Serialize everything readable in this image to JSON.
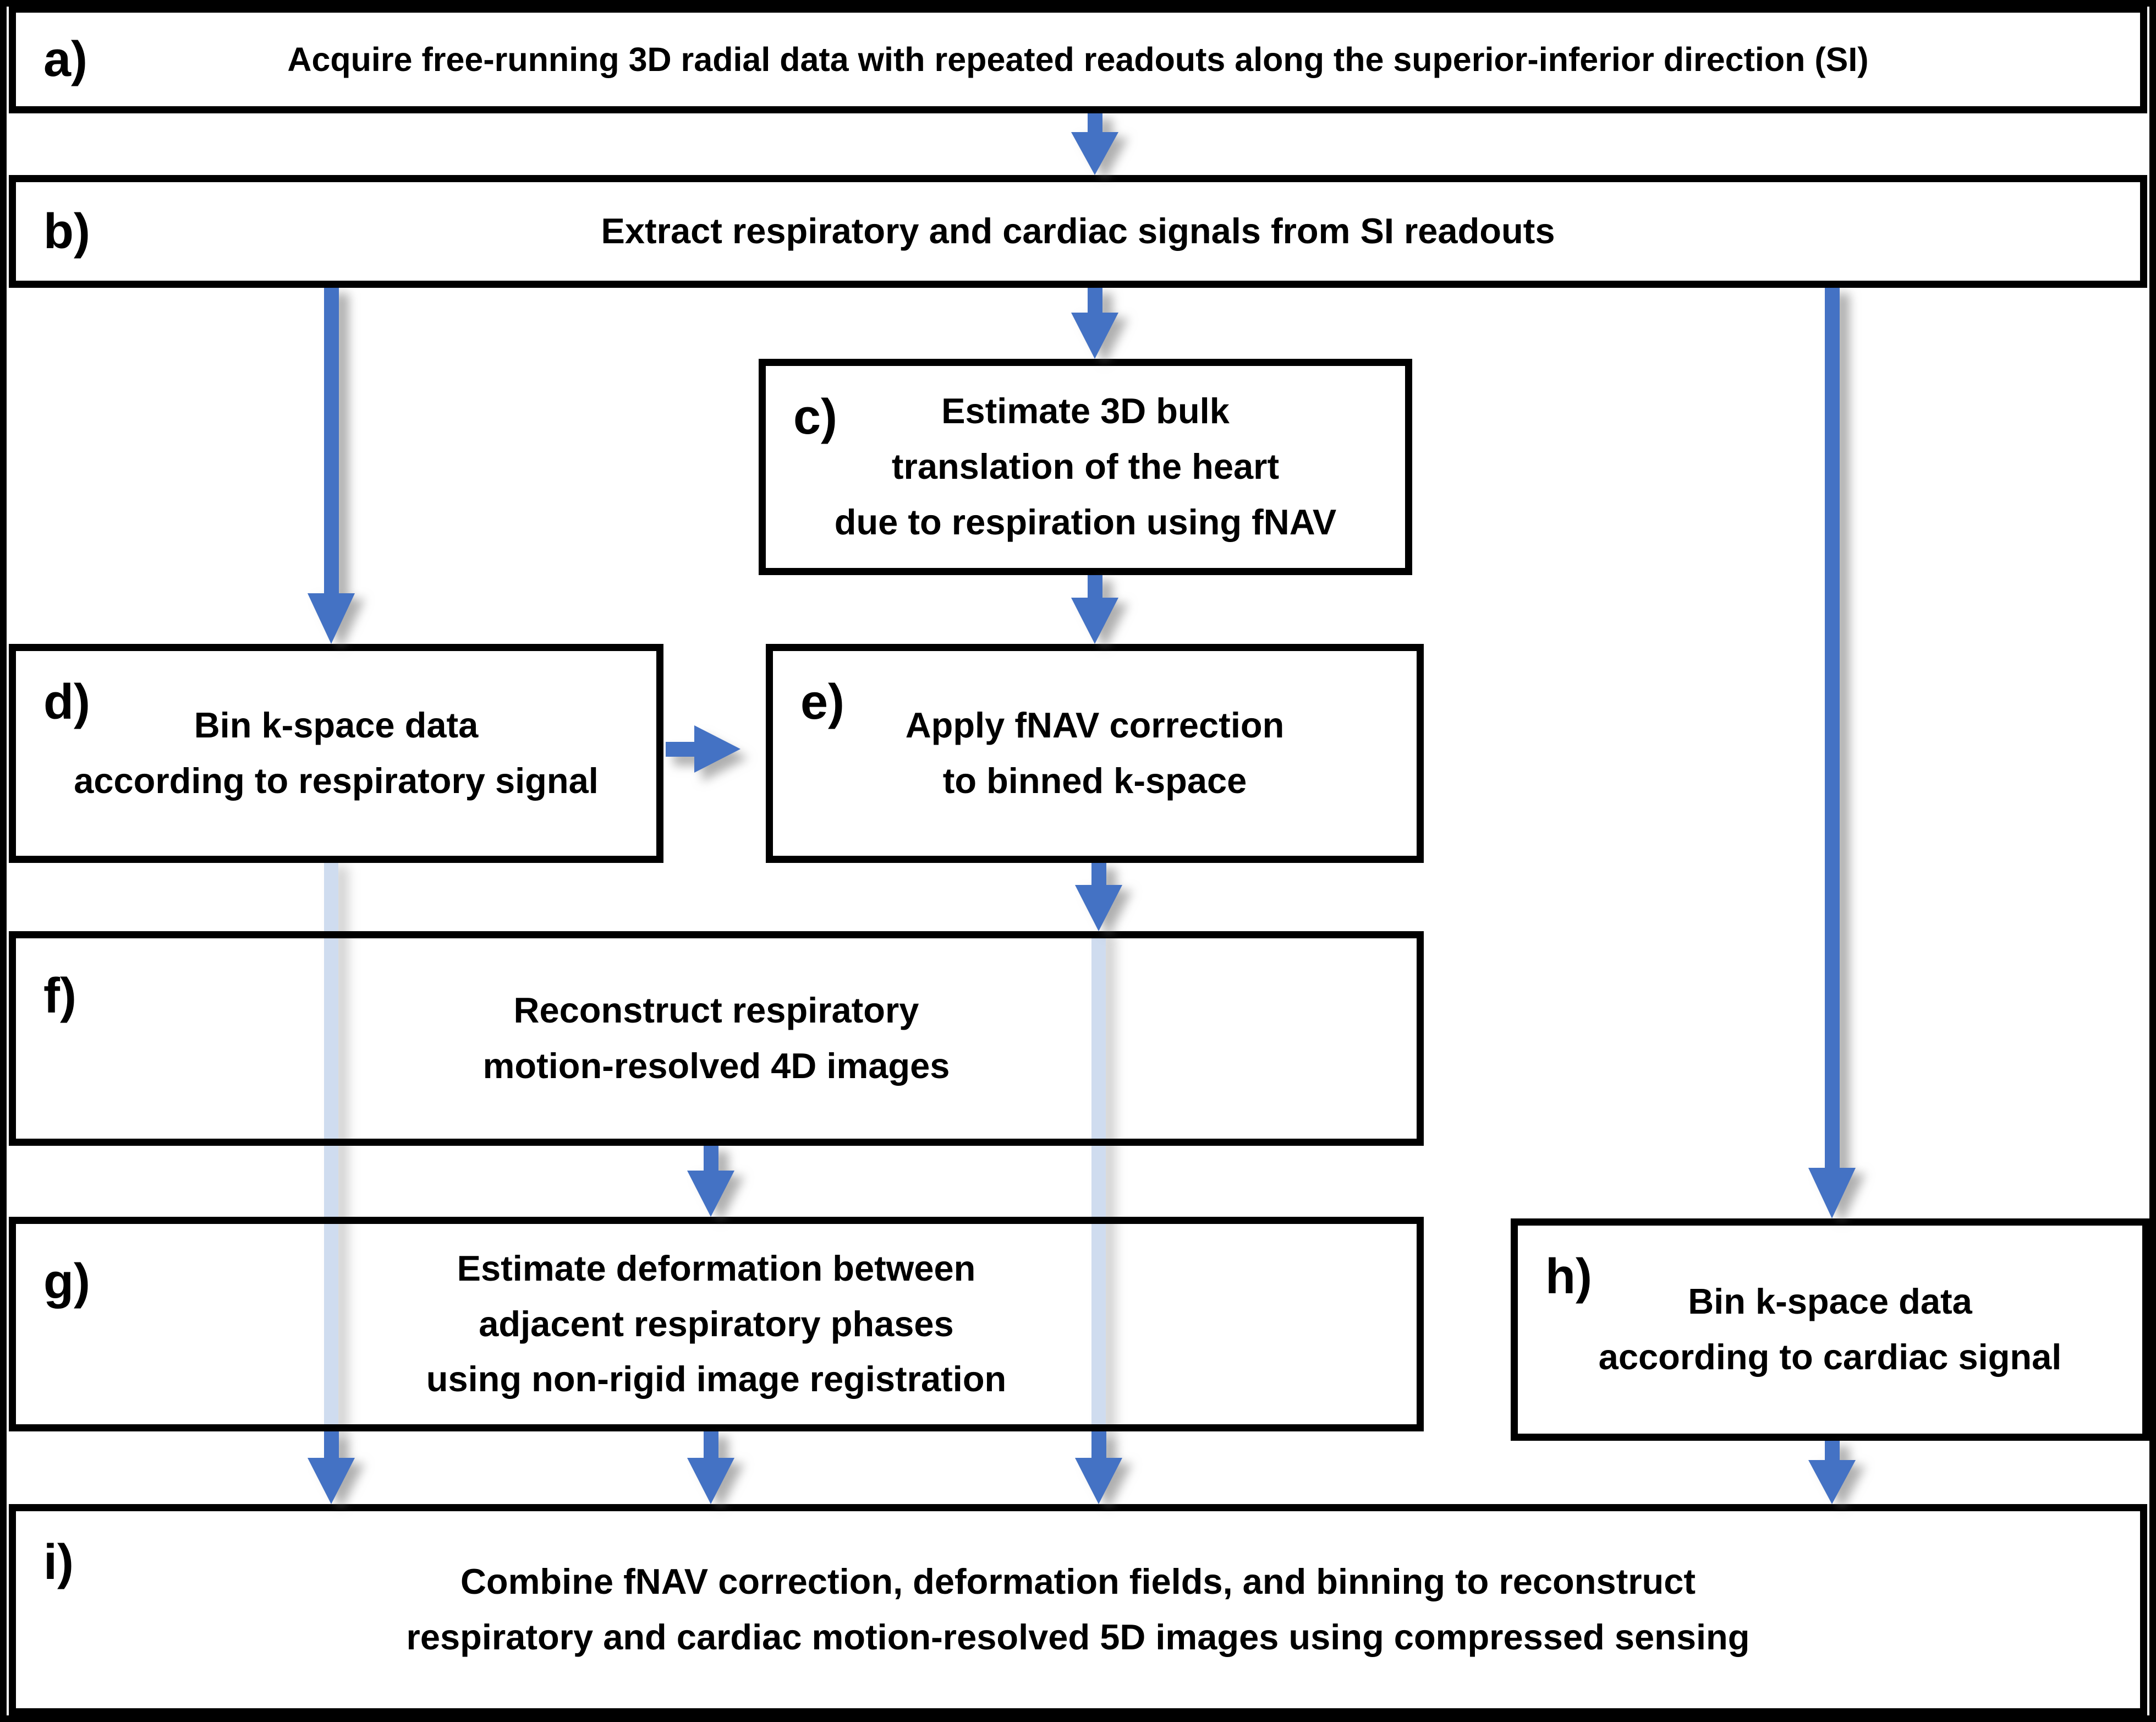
{
  "figure": {
    "type": "flowchart",
    "colors": {
      "arrow": "#4472C4",
      "arrow_faded": "#CFDCEF",
      "border": "#000000",
      "background": "#FFFFFF",
      "text": "#000000"
    },
    "boxes": [
      {
        "id": "a",
        "label": "a)",
        "lines": [
          "Acquire free-running 3D radial data with repeated readouts along the superior-inferior direction (SI)"
        ]
      },
      {
        "id": "b",
        "label": "b)",
        "lines": [
          "Extract respiratory and cardiac signals from SI readouts"
        ]
      },
      {
        "id": "c",
        "label": "c)",
        "lines": [
          "Estimate 3D bulk",
          "translation of the heart",
          "due to respiration using fNAV"
        ]
      },
      {
        "id": "d",
        "label": "d)",
        "lines": [
          "Bin k-space data",
          "according to respiratory signal"
        ]
      },
      {
        "id": "e",
        "label": "e)",
        "lines": [
          "Apply fNAV correction",
          "to binned k-space"
        ]
      },
      {
        "id": "f",
        "label": "f)",
        "lines": [
          "Reconstruct respiratory",
          "motion-resolved 4D images"
        ]
      },
      {
        "id": "g",
        "label": "g)",
        "lines": [
          "Estimate deformation between",
          "adjacent respiratory phases",
          "using non-rigid image registration"
        ]
      },
      {
        "id": "h",
        "label": "h)",
        "lines": [
          "Bin k-space data",
          "according to cardiac signal"
        ]
      },
      {
        "id": "i",
        "label": "i)",
        "lines": [
          "Combine fNAV correction, deformation fields, and binning to reconstruct",
          "respiratory and cardiac motion-resolved 5D images using compressed sensing"
        ]
      }
    ],
    "connections": [
      "a->b",
      "b->c",
      "b->d",
      "b->h",
      "c->e",
      "d->e",
      "e->f",
      "f->g",
      "d->i (pass-through)",
      "e->i (pass-through)",
      "g->i",
      "h->i"
    ]
  }
}
